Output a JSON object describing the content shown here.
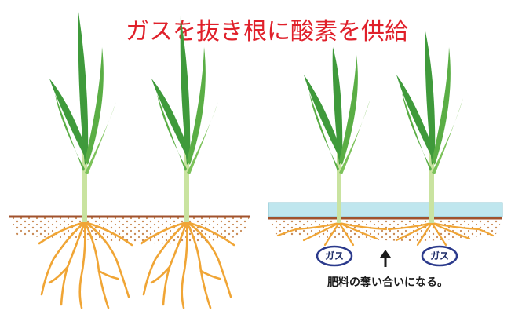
{
  "title": "ガスを抜き根に酸素を供給",
  "gas_labels": [
    "ガス",
    "ガス"
  ],
  "caption": "肥料の奪い合いになる。",
  "colors": {
    "title": "#e0202a",
    "leaf": "#3f9a3b",
    "leaf_light": "#7cc25a",
    "stem": "#c9e3a0",
    "root": "#f0a535",
    "soil_line": "#a0522d",
    "soil_dots": "#c98a55",
    "water": "#bfe6ee",
    "gas_ring": "#2b3a8c"
  },
  "icons": [
    "rice-plant-icon",
    "roots-icon",
    "up-arrow-icon"
  ]
}
